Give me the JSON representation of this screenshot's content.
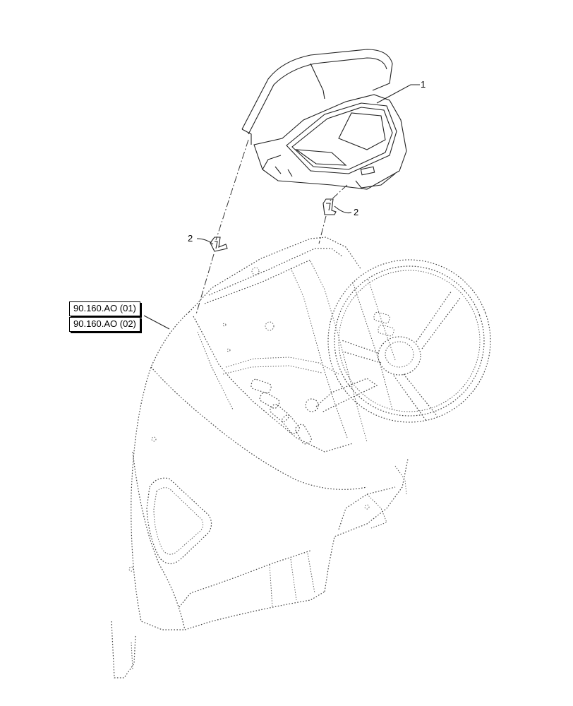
{
  "diagram": {
    "callouts": {
      "instrument_cluster": "1",
      "clip_right": "2",
      "clip_left": "2"
    },
    "references": [
      {
        "label": "90.160.AO (01)"
      },
      {
        "label": "90.160.AO (02)"
      }
    ]
  }
}
